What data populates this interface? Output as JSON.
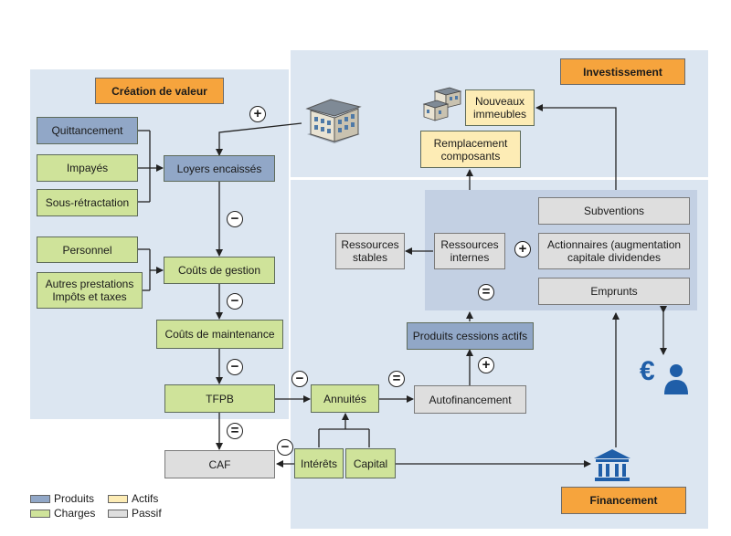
{
  "zones": {
    "creation_label": "Création de valeur",
    "investissement_label": "Investissement",
    "financement_label": "Financement"
  },
  "nodes": {
    "quittancement": "Quittancement",
    "impayes": "Impayés",
    "sous_retractation": "Sous-rétractation",
    "loyers": "Loyers encaissés",
    "personnel": "Personnel",
    "autres": "Autres prestations\nImpôts et taxes",
    "couts_gestion": "Coûts de gestion",
    "couts_maintenance": "Coûts de maintenance",
    "tfpb": "TFPB",
    "caf": "CAF",
    "annuites": "Annuités",
    "autofinancement": "Autofinancement",
    "interets": "Intérêts",
    "capital": "Capital",
    "produits_cessions": "Produits cessions actifs",
    "ressources_stables": "Ressources\nstables",
    "ressources_internes": "Ressources\ninternes",
    "subventions": "Subventions",
    "actionnaires": "Actionnaires (augmentation\ncapitale dividendes",
    "emprunts": "Emprunts",
    "remplacement": "Remplacement\ncomposants",
    "nouveaux": "Nouveaux\nimmeubles"
  },
  "symbols": {
    "plus": "+",
    "minus": "−",
    "equals": "="
  },
  "legend": {
    "produits": "Produits",
    "charges": "Charges",
    "actifs": "Actifs",
    "passif": "Passif"
  },
  "colors": {
    "zone_bg": "#dce6f1",
    "charges": "#cfe39a",
    "produits": "#91a7c7",
    "actifs": "#fdecb5",
    "passif": "#dedede",
    "zone_title": "#f6a43d",
    "bank_icon": "#1f5ea8"
  },
  "icons": {
    "building": "building-icon",
    "houses": "houses-icon",
    "bank": "bank-icon",
    "euro_person": "euro-person-icon"
  }
}
